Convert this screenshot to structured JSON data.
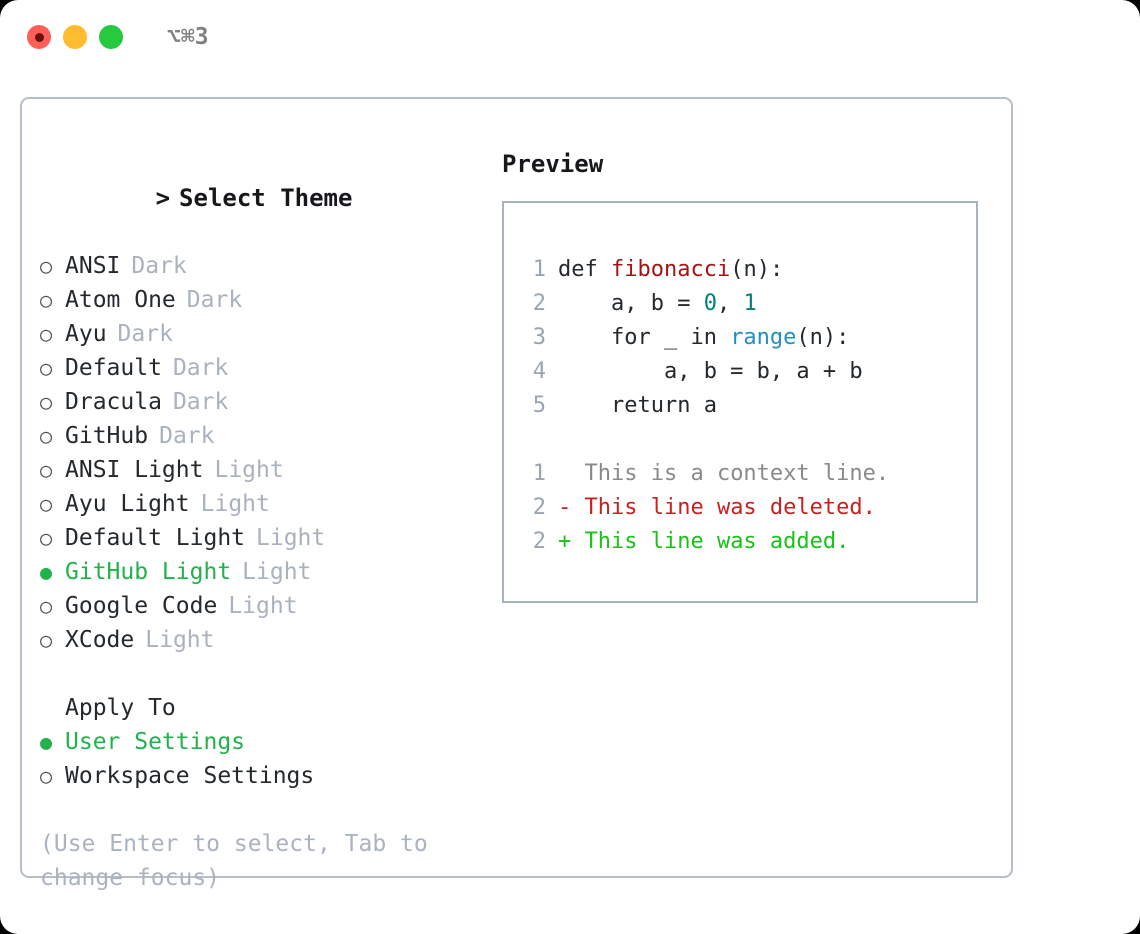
{
  "titlebar": {
    "shortcut_label": "⌥⌘3",
    "traffic_lights": [
      {
        "name": "close",
        "color": "#ff5f57"
      },
      {
        "name": "minimize",
        "color": "#febc2e"
      },
      {
        "name": "zoom",
        "color": "#27c93f"
      }
    ]
  },
  "theme_picker": {
    "heading": "Select Theme",
    "heading_caret": ">",
    "bullet_unselected": "○",
    "bullet_selected": "●",
    "accent_color": "#22b24c",
    "items": [
      {
        "name": "ANSI",
        "kind": "Dark",
        "selected": false
      },
      {
        "name": "Atom One",
        "kind": "Dark",
        "selected": false
      },
      {
        "name": "Ayu",
        "kind": "Dark",
        "selected": false
      },
      {
        "name": "Default",
        "kind": "Dark",
        "selected": false
      },
      {
        "name": "Dracula",
        "kind": "Dark",
        "selected": false
      },
      {
        "name": "GitHub",
        "kind": "Dark",
        "selected": false
      },
      {
        "name": "ANSI Light",
        "kind": "Light",
        "selected": false
      },
      {
        "name": "Ayu Light",
        "kind": "Light",
        "selected": false
      },
      {
        "name": "Default Light",
        "kind": "Light",
        "selected": false
      },
      {
        "name": "GitHub Light",
        "kind": "Light",
        "selected": true
      },
      {
        "name": "Google Code",
        "kind": "Light",
        "selected": false
      },
      {
        "name": "XCode",
        "kind": "Light",
        "selected": false
      }
    ]
  },
  "apply_to": {
    "heading": "Apply To",
    "options": [
      {
        "label": "User Settings",
        "selected": true
      },
      {
        "label": "Workspace Settings",
        "selected": false
      }
    ]
  },
  "hint": "(Use Enter to select, Tab to change focus)",
  "preview": {
    "heading": "Preview",
    "code_lines": [
      {
        "number": "1",
        "tokens": [
          {
            "text": "def ",
            "style": "kw"
          },
          {
            "text": "fibonacci",
            "style": "fn"
          },
          {
            "text": "(n):",
            "style": "plain"
          }
        ]
      },
      {
        "number": "2",
        "tokens": [
          {
            "text": "    a, b = ",
            "style": "plain"
          },
          {
            "text": "0",
            "style": "num"
          },
          {
            "text": ", ",
            "style": "plain"
          },
          {
            "text": "1",
            "style": "num"
          }
        ]
      },
      {
        "number": "3",
        "tokens": [
          {
            "text": "    for _ in ",
            "style": "kw"
          },
          {
            "text": "range",
            "style": "call"
          },
          {
            "text": "(n):",
            "style": "plain"
          }
        ]
      },
      {
        "number": "4",
        "tokens": [
          {
            "text": "        a, b = b, a + b",
            "style": "plain"
          }
        ]
      },
      {
        "number": "5",
        "tokens": [
          {
            "text": "    return a",
            "style": "plain"
          }
        ]
      }
    ],
    "diff_lines": [
      {
        "number": "1",
        "marker": " ",
        "text": "This is a context line.",
        "kind": "ctx"
      },
      {
        "number": "2",
        "marker": "-",
        "text": "This line was deleted.",
        "kind": "del"
      },
      {
        "number": "2",
        "marker": "+",
        "text": "This line was added.",
        "kind": "add"
      }
    ]
  }
}
